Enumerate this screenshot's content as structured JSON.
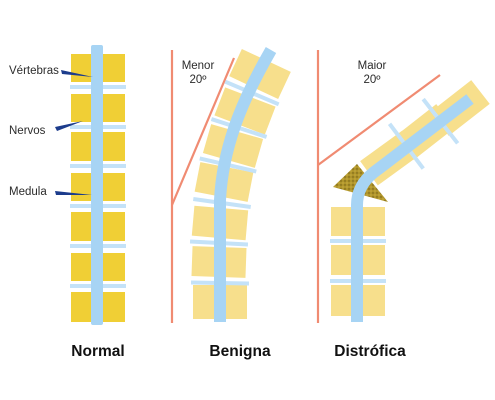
{
  "labels": {
    "vertebras": "Vértebras",
    "nervos": "Nervos",
    "medula": "Medula"
  },
  "angles": {
    "benigna_line1": "Menor",
    "benigna_line2": "20º",
    "distrofica_line1": "Maior",
    "distrofica_line2": "20º"
  },
  "titles": {
    "normal": "Normal",
    "benigna": "Benigna",
    "distrofica": "Distrófica"
  },
  "colors": {
    "vertebra": "#f7df8c",
    "vertebra_normal": "#f0cf35",
    "cord": "#a7d4f4",
    "nerve": "#c4e2f8",
    "angle_line": "#f08b72",
    "pointer": "#1c3c8c",
    "wedge": "#b49a2d"
  }
}
